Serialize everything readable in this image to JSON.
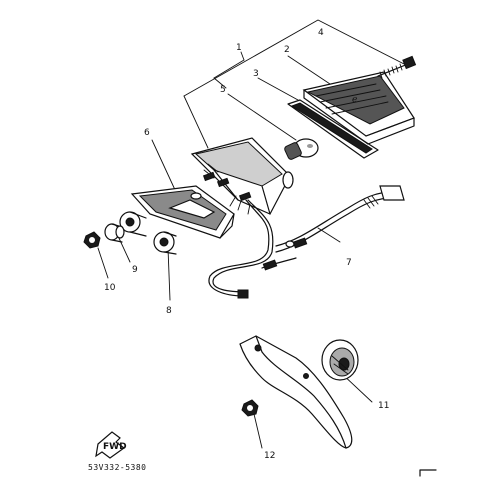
{
  "diagram": {
    "part_code": "53V332-5380",
    "fwd_label": "FWD",
    "callouts": [
      {
        "id": "1",
        "label": "1"
      },
      {
        "id": "2",
        "label": "2"
      },
      {
        "id": "3",
        "label": "3"
      },
      {
        "id": "4",
        "label": "4"
      },
      {
        "id": "5",
        "label": "5"
      },
      {
        "id": "6",
        "label": "6"
      },
      {
        "id": "7",
        "label": "7"
      },
      {
        "id": "8",
        "label": "8"
      },
      {
        "id": "9",
        "label": "9"
      },
      {
        "id": "10",
        "label": "10"
      },
      {
        "id": "11",
        "label": "11"
      },
      {
        "id": "12",
        "label": "12"
      }
    ]
  }
}
